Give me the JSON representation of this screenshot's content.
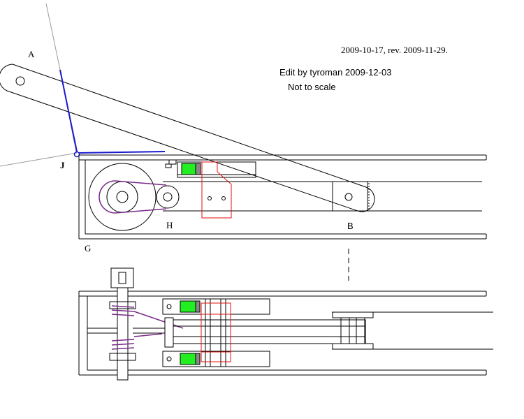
{
  "header": {
    "date_line": "2009-10-17, rev. 2009-11-29.",
    "edit_line": "Edit by tyroman 2009-12-03",
    "scale_note": "Not to scale"
  },
  "labels": {
    "a": "A",
    "b": "B",
    "g": "G",
    "h": "H",
    "j": "J"
  },
  "colors": {
    "line": "#000000",
    "blue": "#1a1acc",
    "green": "#22ee22",
    "red": "#e01010",
    "purple": "#7a2a8a",
    "gray": "#9a9a9a",
    "outline_gray": "#c8c8c8"
  }
}
